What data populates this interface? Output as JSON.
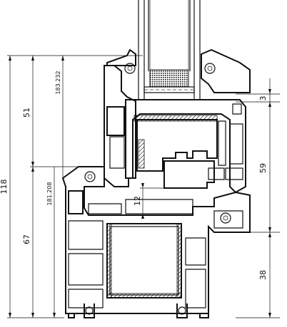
{
  "dimensions": {
    "overall_height": "118",
    "upper_height": "51",
    "lower_height": "67",
    "ref_upper": "183.232",
    "ref_lower": "181.208",
    "right_small": "3",
    "right_mid": "59",
    "right_low": "38",
    "rebate": "12"
  },
  "colors": {
    "line": "#111111",
    "background": "#ffffff"
  }
}
